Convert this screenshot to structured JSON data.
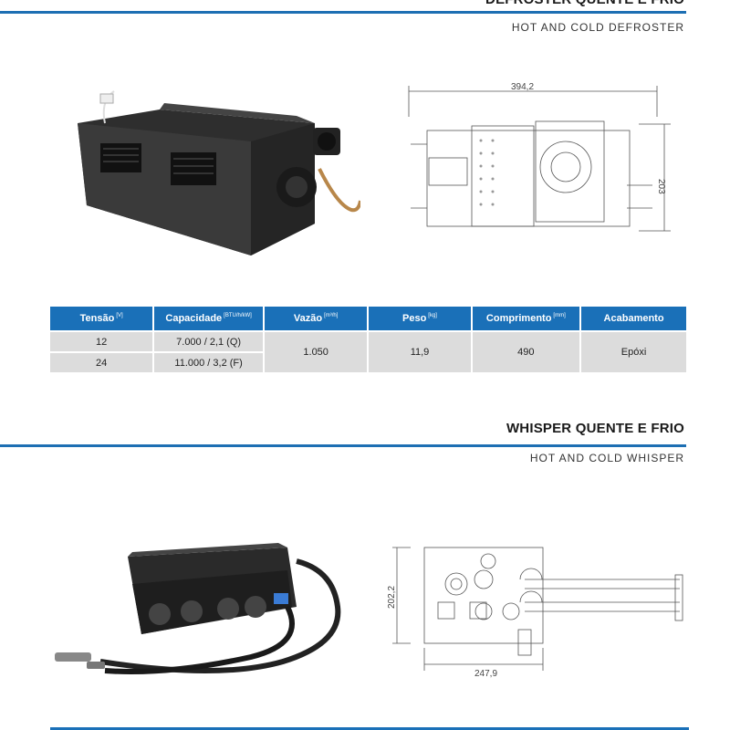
{
  "section1": {
    "title": "DEFROSTER QUENTE E FRIO",
    "subtitle": "HOT AND COLD DEFROSTER",
    "dim_width": "394,2",
    "dim_height": "203"
  },
  "table": {
    "headers": [
      {
        "label": "Tensão",
        "unit": "[V]"
      },
      {
        "label": "Capacidade",
        "unit": "[BTU/h/kW]"
      },
      {
        "label": "Vazão",
        "unit": "[m³/h]"
      },
      {
        "label": "Peso",
        "unit": "[kg]"
      },
      {
        "label": "Comprimento",
        "unit": "[mm]"
      },
      {
        "label": "Acabamento",
        "unit": ""
      }
    ],
    "row1": {
      "tensao": "12",
      "capacidade": "7.000 / 2,1 (Q)"
    },
    "row2": {
      "tensao": "24",
      "capacidade": "11.000 / 3,2 (F)"
    },
    "vazao": "1.050",
    "peso": "11,9",
    "comprimento": "490",
    "acabamento": "Epóxi"
  },
  "section2": {
    "title": "WHISPER QUENTE E FRIO",
    "subtitle": "HOT AND COLD WHISPER",
    "dim_height": "202,2",
    "dim_width": "247,9"
  },
  "colors": {
    "accent": "#1a70b8",
    "cell": "#dcdcdc"
  }
}
